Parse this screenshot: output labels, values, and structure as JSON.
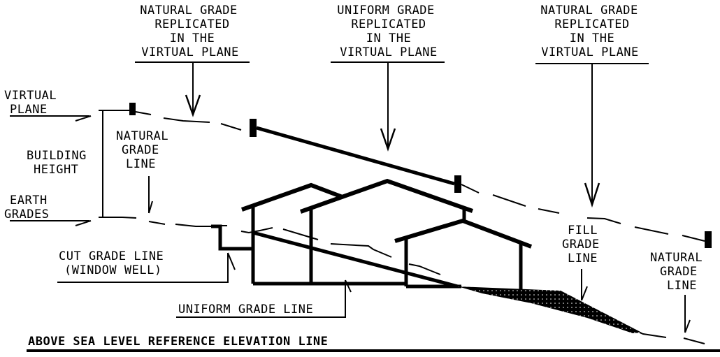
{
  "diagram": {
    "title": "Building height measured from virtual plane above earth grades",
    "colors": {
      "ink": "#000000",
      "background": "#ffffff"
    },
    "callouts": {
      "natural_grade_left": [
        "NATURAL GRADE",
        "REPLICATED",
        "IN THE",
        "VIRTUAL PLANE"
      ],
      "uniform_grade": [
        "UNIFORM GRADE",
        "REPLICATED",
        "IN THE",
        "VIRTUAL PLANE"
      ],
      "natural_grade_right": [
        "NATURAL GRADE",
        "REPLICATED",
        "IN THE",
        "VIRTUAL PLANE"
      ]
    },
    "left_labels": {
      "virtual_plane": [
        "VIRTUAL",
        "PLANE"
      ],
      "building_height": [
        "BUILDING",
        "HEIGHT"
      ],
      "earth_grades": [
        "EARTH",
        "GRADES"
      ]
    },
    "grade_labels": {
      "natural_grade_line_left": [
        "NATURAL",
        "GRADE",
        "LINE"
      ],
      "cut_grade_line": [
        "CUT GRADE LINE",
        "(WINDOW WELL)"
      ],
      "uniform_grade_line": "UNIFORM GRADE LINE",
      "fill_grade_line": [
        "FILL",
        "GRADE",
        "LINE"
      ],
      "natural_grade_line_right": [
        "NATURAL",
        "GRADE",
        "LINE"
      ]
    },
    "reference_line": "ABOVE SEA LEVEL REFERENCE ELEVATION LINE"
  }
}
